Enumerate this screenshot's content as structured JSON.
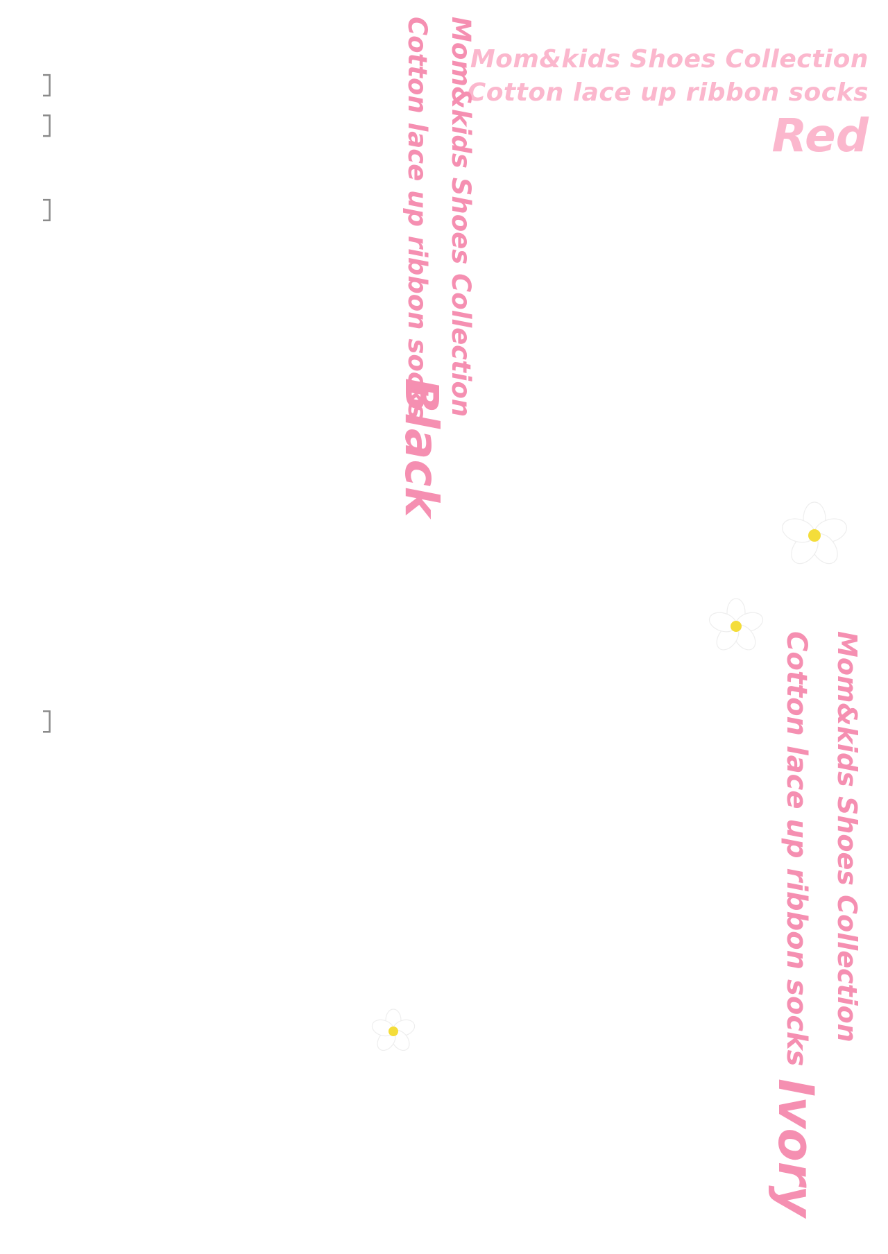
{
  "title": "ribbon socks",
  "labels": [
    {
      "collection": "Mom&kids Shoes Collection",
      "product": "Cotton lace up ribbon socks",
      "color": "Red"
    },
    {
      "collection": "Mom&kids Shoes Collection",
      "product": "Cotton lace up ribbon socks",
      "color": "Black"
    },
    {
      "collection": "Mom&kids Shoes Collection",
      "product": "Cotton lace up ribbon socks",
      "color": "Ivory"
    }
  ],
  "colors": {
    "pink_strong": "#f58fb1",
    "pink_light": "#fbb7cd",
    "outline": "#8a8a8a",
    "flower_center": "#f4dd3a"
  },
  "icons": [
    "flower-icon",
    "flower-icon",
    "flower-icon"
  ]
}
